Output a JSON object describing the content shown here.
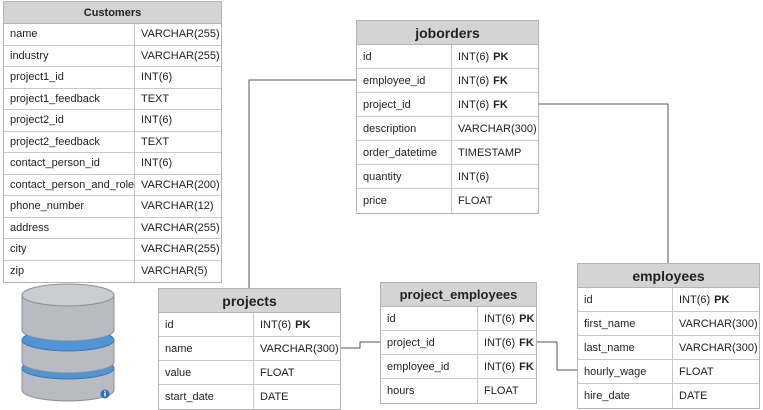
{
  "tables": {
    "customers": {
      "title": "Customers",
      "rows": [
        {
          "name": "name",
          "type": "VARCHAR(255)",
          "key": ""
        },
        {
          "name": "industry",
          "type": "VARCHAR(255)",
          "key": ""
        },
        {
          "name": "project1_id",
          "type": "INT(6)",
          "key": ""
        },
        {
          "name": "project1_feedback",
          "type": "TEXT",
          "key": ""
        },
        {
          "name": "project2_id",
          "type": "INT(6)",
          "key": ""
        },
        {
          "name": "project2_feedback",
          "type": "TEXT",
          "key": ""
        },
        {
          "name": "contact_person_id",
          "type": "INT(6)",
          "key": ""
        },
        {
          "name": "contact_person_and_role",
          "type": "VARCHAR(200)",
          "key": ""
        },
        {
          "name": "phone_number",
          "type": "VARCHAR(12)",
          "key": ""
        },
        {
          "name": "address",
          "type": "VARCHAR(255)",
          "key": ""
        },
        {
          "name": "city",
          "type": "VARCHAR(255)",
          "key": ""
        },
        {
          "name": "zip",
          "type": "VARCHAR(5)",
          "key": ""
        }
      ]
    },
    "joborders": {
      "title": "joborders",
      "rows": [
        {
          "name": "id",
          "type": "INT(6)",
          "key": "PK"
        },
        {
          "name": "employee_id",
          "type": "INT(6)",
          "key": "FK"
        },
        {
          "name": "project_id",
          "type": "INT(6)",
          "key": "FK"
        },
        {
          "name": "description",
          "type": "VARCHAR(300)",
          "key": ""
        },
        {
          "name": "order_datetime",
          "type": "TIMESTAMP",
          "key": ""
        },
        {
          "name": "quantity",
          "type": "INT(6)",
          "key": ""
        },
        {
          "name": "price",
          "type": "FLOAT",
          "key": ""
        }
      ]
    },
    "projects": {
      "title": "projects",
      "rows": [
        {
          "name": "id",
          "type": "INT(6)",
          "key": "PK"
        },
        {
          "name": "name",
          "type": "VARCHAR(300)",
          "key": ""
        },
        {
          "name": "value",
          "type": "FLOAT",
          "key": ""
        },
        {
          "name": "start_date",
          "type": "DATE",
          "key": ""
        }
      ]
    },
    "project_employees": {
      "title": "project_employees",
      "rows": [
        {
          "name": "id",
          "type": "INT(6)",
          "key": "PK"
        },
        {
          "name": "project_id",
          "type": "INT(6)",
          "key": "FK"
        },
        {
          "name": "employee_id",
          "type": "INT(6)",
          "key": "FK"
        },
        {
          "name": "hours",
          "type": "FLOAT",
          "key": ""
        }
      ]
    },
    "employees": {
      "title": "employees",
      "rows": [
        {
          "name": "id",
          "type": "INT(6)",
          "key": "PK"
        },
        {
          "name": "first_name",
          "type": "VARCHAR(300)",
          "key": ""
        },
        {
          "name": "last_name",
          "type": "VARCHAR(300)",
          "key": ""
        },
        {
          "name": "hourly_wage",
          "type": "FLOAT",
          "key": ""
        },
        {
          "name": "hire_date",
          "type": "DATE",
          "key": ""
        }
      ]
    }
  },
  "icons": {
    "database": "database-icon",
    "info": "info-icon"
  },
  "colors": {
    "header_bg": "#d4d4d4",
    "border": "#b4b4b4",
    "connector": "#555555",
    "db_gray": "#b8bcc2",
    "db_blue": "#4f95d6"
  }
}
